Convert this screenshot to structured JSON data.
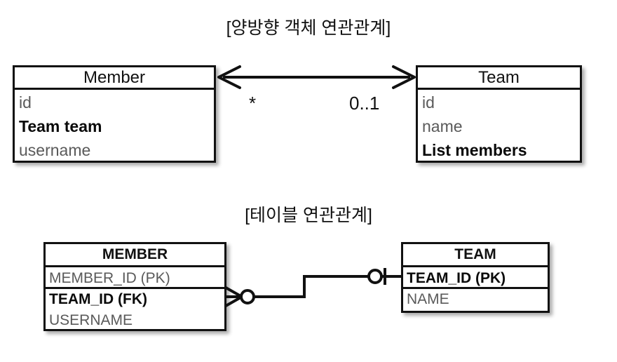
{
  "diagram": {
    "type": "uml-class-and-erd",
    "background_color": "#ffffff",
    "line_color": "#111111",
    "muted_text_color": "#5a5a5a"
  },
  "object_section": {
    "title": "[양방향 객체 연관관계]",
    "classes": [
      {
        "name": "Member",
        "attributes": [
          {
            "label": "id",
            "emphasis": "normal"
          },
          {
            "label": "Team team",
            "emphasis": "bold"
          },
          {
            "label": "username",
            "emphasis": "normal"
          }
        ]
      },
      {
        "name": "Team",
        "attributes": [
          {
            "label": "id",
            "emphasis": "normal"
          },
          {
            "label": "name",
            "emphasis": "normal"
          },
          {
            "label": "List members",
            "emphasis": "bold"
          }
        ]
      }
    ],
    "association": {
      "style": "bidirectional-arrow",
      "multiplicity_left": "*",
      "multiplicity_right": "0..1"
    }
  },
  "table_section": {
    "title": "[테이블 연관관계]",
    "tables": [
      {
        "name": "MEMBER",
        "groups": [
          [
            {
              "label": "MEMBER_ID (PK)",
              "emphasis": "normal"
            }
          ],
          [
            {
              "label": "TEAM_ID (FK)",
              "emphasis": "bold"
            },
            {
              "label": "USERNAME",
              "emphasis": "normal"
            }
          ]
        ]
      },
      {
        "name": "TEAM",
        "groups": [
          [
            {
              "label": "TEAM_ID (PK)",
              "emphasis": "bold"
            }
          ],
          [
            {
              "label": "NAME",
              "emphasis": "normal"
            }
          ]
        ]
      }
    ],
    "relationship": {
      "style": "crows-foot",
      "left_end": "zero-or-many",
      "right_end": "zero-or-one"
    }
  }
}
